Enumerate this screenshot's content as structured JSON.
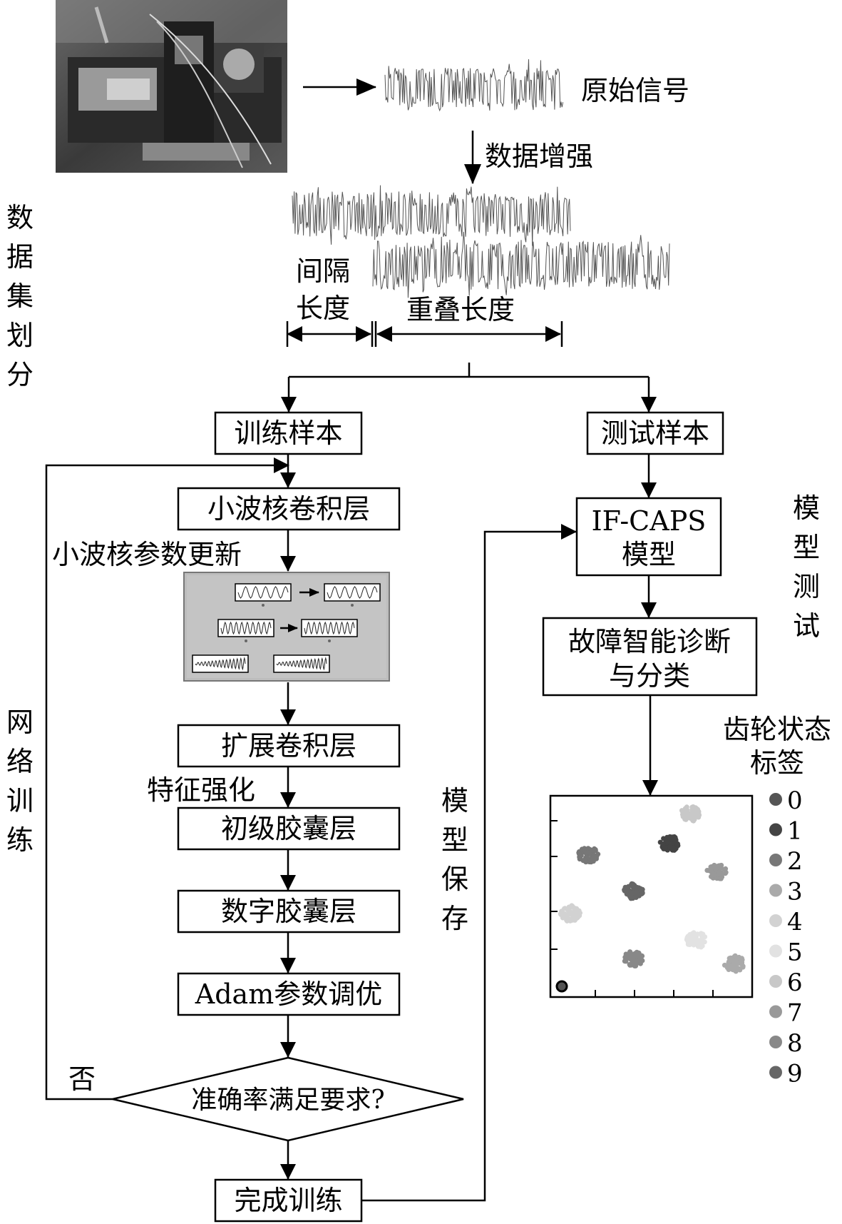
{
  "signal": {
    "raw_label": "原始信号",
    "augment_label": "数据增强",
    "interval_label_1": "间隔",
    "interval_label_2": "长度",
    "overlap_label": "重叠长度"
  },
  "side_labels": {
    "dataset_split": [
      "数",
      "据",
      "集",
      "划",
      "分"
    ],
    "network_training": [
      "网",
      "络",
      "训",
      "练"
    ],
    "model_save": [
      "模",
      "型",
      "保",
      "存"
    ],
    "model_test": [
      "模",
      "型",
      "测",
      "试"
    ]
  },
  "training": {
    "train_samples": "训练样本",
    "wavelet_conv": "小波核卷积层",
    "wavelet_update": "小波核参数更新",
    "dilated_conv": "扩展卷积层",
    "feature_enhance": "特征强化",
    "primary_caps": "初级胶囊层",
    "digit_caps": "数字胶囊层",
    "adam_tuning": "Adam参数调优",
    "accuracy_check": "准确率满足要求?",
    "no_label": "否",
    "finish_training": "完成训练"
  },
  "testing": {
    "test_samples": "测试样本",
    "model_line1": "IF-CAPS",
    "model_line2": "模型",
    "diagnosis_line1": "故障智能诊断",
    "diagnosis_line2": "与分类"
  },
  "legend": {
    "title_line1": "齿轮状态",
    "title_line2": "标签",
    "items": [
      {
        "label": "0",
        "color": "#555555"
      },
      {
        "label": "1",
        "color": "#444444"
      },
      {
        "label": "2",
        "color": "#777777"
      },
      {
        "label": "3",
        "color": "#aaaaaa"
      },
      {
        "label": "4",
        "color": "#d2d2d2"
      },
      {
        "label": "5",
        "color": "#e2e2e2"
      },
      {
        "label": "6",
        "color": "#c8c8c8"
      },
      {
        "label": "7",
        "color": "#999999"
      },
      {
        "label": "8",
        "color": "#888888"
      },
      {
        "label": "9",
        "color": "#666666"
      }
    ]
  }
}
